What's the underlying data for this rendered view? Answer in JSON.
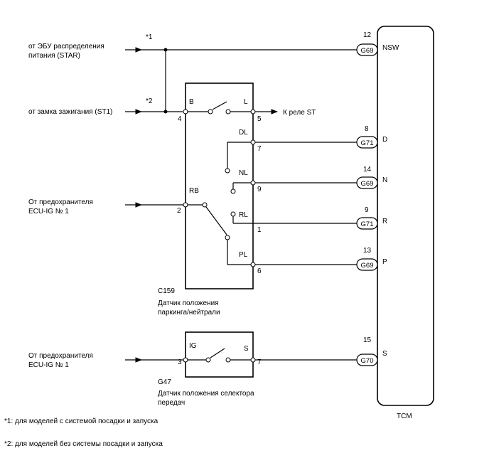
{
  "sources": {
    "ecu_star_line1": "от ЭБУ распределения",
    "ecu_star_line2": "питания (STAR)",
    "ignition": "от замка зажигания (ST1)",
    "fuse1_line1": "От предохранителя",
    "fuse1_line2": "ECU-IG № 1",
    "fuse2_line1": "От предохранителя",
    "fuse2_line2": "ECU-IG № 1"
  },
  "notes_markers": {
    "m1": "*1",
    "m2": "*2"
  },
  "pnp_switch": {
    "code": "C159",
    "name_line1": "Датчик положения",
    "name_line2": "паркинга/нейтрали",
    "term_b": "B",
    "term_l": "L",
    "term_dl": "DL",
    "term_nl": "NL",
    "term_rb": "RB",
    "term_rl": "RL",
    "term_pl": "PL",
    "pin_4": "4",
    "pin_5": "5",
    "pin_7": "7",
    "pin_9": "9",
    "pin_2": "2",
    "pin_1": "1",
    "pin_6": "6"
  },
  "to_relay": "К реле ST",
  "selector_sensor": {
    "code": "G47",
    "name_line1": "Датчик положения селектора",
    "name_line2": "передач",
    "term_ig": "IG",
    "term_s": "S",
    "pin_3": "3",
    "pin_7": "7"
  },
  "tcm": {
    "label": "TCM",
    "rows": [
      {
        "pin": "12",
        "connector": "G69",
        "terminal": "NSW"
      },
      {
        "pin": "8",
        "connector": "G71",
        "terminal": "D"
      },
      {
        "pin": "14",
        "connector": "G69",
        "terminal": "N"
      },
      {
        "pin": "9",
        "connector": "G71",
        "terminal": "R"
      },
      {
        "pin": "13",
        "connector": "G69",
        "terminal": "P"
      },
      {
        "pin": "15",
        "connector": "G70",
        "terminal": "S"
      }
    ]
  },
  "footnotes": {
    "note1": "*1: для моделей с системой посадки и запуска",
    "note2": "*2: для моделей без системы посадки и запуска"
  }
}
